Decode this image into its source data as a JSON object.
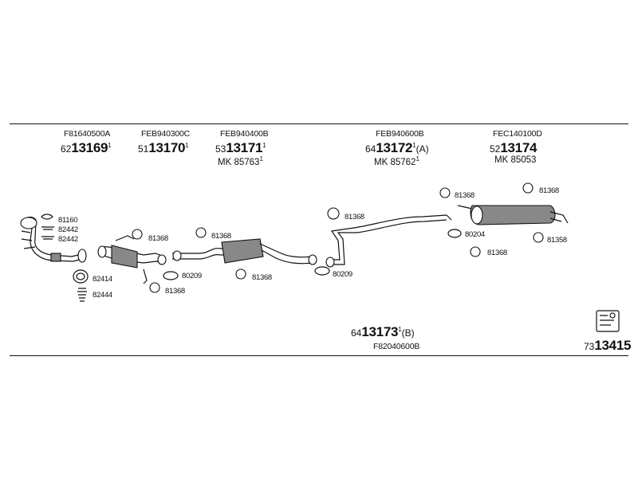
{
  "groups": [
    {
      "code": "F81640500A",
      "prefix": "62",
      "number": "13169",
      "sup": "1"
    },
    {
      "code": "FEB940300C",
      "prefix": "51",
      "number": "13170",
      "sup": "1"
    },
    {
      "code": "FEB940400B",
      "prefix": "53",
      "number": "13171",
      "sup": "1",
      "mk": "MK  85763",
      "mk_sup": "1"
    },
    {
      "code": "FEB940600B",
      "prefix": "64",
      "number": "13172",
      "sup": "1",
      "suffix": "(A)",
      "mk": "MK  85762",
      "mk_sup": "1"
    },
    {
      "code": "FEC140100D",
      "prefix": "52",
      "number": "13174",
      "mk": "MK  85053"
    }
  ],
  "bottom_group": {
    "prefix": "64",
    "number": "13173",
    "sup": "1",
    "suffix": "(B)",
    "code": "F82040600B"
  },
  "footer": {
    "prefix": "73",
    "number": "13415"
  },
  "part_labels": {
    "p81160": "81160",
    "p82442a": "82442",
    "p82442b": "82442",
    "p82414": "82414",
    "p82444": "82444",
    "p81368_cat": "81368",
    "p80209_cat": "80209",
    "p81368_cat_b": "81368",
    "p81368_mid": "81368",
    "p81368_mid_b": "81368",
    "p81368_mid_rear": "81368",
    "p80209_mid_rear": "80209",
    "p81368_rear_top": "81368",
    "p80204": "80204",
    "p81368_rear_bot": "81368",
    "p81368_muffler_top": "81368",
    "p81358": "81358"
  },
  "icons": [
    "gasket-ring-icon",
    "rubber-hanger-icon",
    "clamp-icon",
    "spring-icon",
    "bolt-icon",
    "muffler-icon",
    "catalytic-converter-icon",
    "exhaust-pipe-icon",
    "toolbox-icon"
  ]
}
